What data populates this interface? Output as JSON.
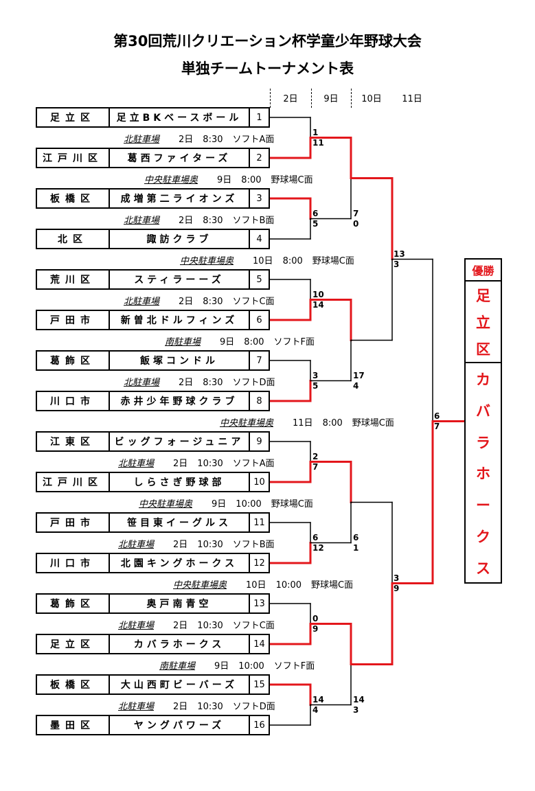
{
  "title": "第30回荒川クリエーション杯学童少年野球大会",
  "subtitle": "単独チームトーナメント表",
  "round_headers": [
    "2日",
    "9日",
    "10日",
    "11日"
  ],
  "teams": [
    {
      "region": "足立区",
      "name": "足立BKベースボール",
      "seed": "1"
    },
    {
      "region": "江戸川区",
      "name": "葛西ファイターズ",
      "seed": "2"
    },
    {
      "region": "板橋区",
      "name": "成増第二ライオンズ",
      "seed": "3"
    },
    {
      "region": "北区",
      "name": "諏訪クラブ",
      "seed": "4"
    },
    {
      "region": "荒川区",
      "name": "スティラーーズ",
      "seed": "5"
    },
    {
      "region": "戸田市",
      "name": "新曽北ドルフィンズ",
      "seed": "6"
    },
    {
      "region": "葛飾区",
      "name": "飯塚コンドル",
      "seed": "7"
    },
    {
      "region": "川口市",
      "name": "赤井少年野球クラブ",
      "seed": "8"
    },
    {
      "region": "江東区",
      "name": "ビッグフォージュニア",
      "seed": "9"
    },
    {
      "region": "江戸川区",
      "name": "しらさぎ野球部",
      "seed": "10"
    },
    {
      "region": "戸田市",
      "name": "笹目東イーグルス",
      "seed": "11"
    },
    {
      "region": "川口市",
      "name": "北園キングホークス",
      "seed": "12"
    },
    {
      "region": "葛飾区",
      "name": "奥戸南青空",
      "seed": "13"
    },
    {
      "region": "足立区",
      "name": "カバラホークス",
      "seed": "14"
    },
    {
      "region": "板橋区",
      "name": "大山西町ビーバーズ",
      "seed": "15"
    },
    {
      "region": "墨田区",
      "name": "ヤングパワーズ",
      "seed": "16"
    }
  ],
  "venues": [
    {
      "venue": "北駐車場",
      "day": "2日",
      "time": "8:30",
      "field": "ソフトA面"
    },
    {
      "venue": "中央駐車場奥",
      "day": "9日",
      "time": "8:00",
      "field": "野球場C面"
    },
    {
      "venue": "北駐車場",
      "day": "2日",
      "time": "8:30",
      "field": "ソフトB面"
    },
    {
      "venue": "中央駐車場奥",
      "day": "10日",
      "time": "8:00",
      "field": "野球場C面"
    },
    {
      "venue": "北駐車場",
      "day": "2日",
      "time": "8:30",
      "field": "ソフトC面"
    },
    {
      "venue": "南駐車場",
      "day": "9日",
      "time": "8:00",
      "field": "ソフトF面"
    },
    {
      "venue": "北駐車場",
      "day": "2日",
      "time": "8:30",
      "field": "ソフトD面"
    },
    {
      "venue": "中央駐車場奥",
      "day": "11日",
      "time": "8:00",
      "field": "野球場C面"
    },
    {
      "venue": "北駐車場",
      "day": "2日",
      "time": "10:30",
      "field": "ソフトA面"
    },
    {
      "venue": "中央駐車場奥",
      "day": "9日",
      "time": "10:00",
      "field": "野球場C面"
    },
    {
      "venue": "北駐車場",
      "day": "2日",
      "time": "10:30",
      "field": "ソフトB面"
    },
    {
      "venue": "中央駐車場奥",
      "day": "10日",
      "time": "10:00",
      "field": "野球場C面"
    },
    {
      "venue": "北駐車場",
      "day": "2日",
      "time": "10:30",
      "field": "ソフトC面"
    },
    {
      "venue": "南駐車場",
      "day": "9日",
      "time": "10:00",
      "field": "ソフトF面"
    },
    {
      "venue": "北駐車場",
      "day": "2日",
      "time": "10:30",
      "field": "ソフトD面"
    }
  ],
  "scores": {
    "r1": [
      [
        "1",
        "11"
      ],
      [
        "6",
        "5"
      ],
      [
        "10",
        "14"
      ],
      [
        "3",
        "5"
      ],
      [
        "2",
        "7"
      ],
      [
        "6",
        "12"
      ],
      [
        "0",
        "9"
      ],
      [
        "14",
        "4"
      ]
    ],
    "r2": [
      [
        "7",
        "0"
      ],
      [
        "17",
        "4"
      ],
      [
        "6",
        "1"
      ],
      [
        "14",
        "3"
      ]
    ],
    "r3": [
      [
        "13",
        "3"
      ],
      [
        "3",
        "9"
      ]
    ],
    "final": [
      "6",
      "7"
    ]
  },
  "winner": {
    "label": "優勝",
    "region_chars": [
      "足",
      "立",
      "区"
    ],
    "team_chars": [
      "カ",
      "バ",
      "ラ",
      "ホ",
      "ー",
      "ク",
      "ス"
    ]
  },
  "colors": {
    "win_line": "#e3161b",
    "line": "#000000"
  }
}
